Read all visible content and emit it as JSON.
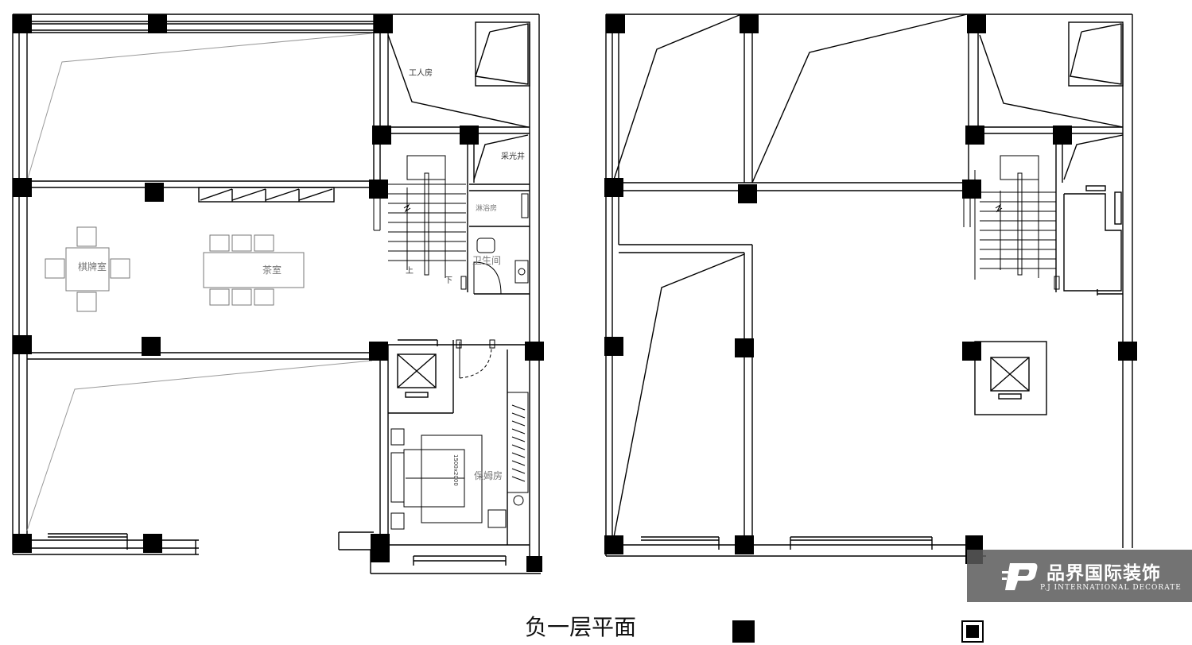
{
  "plan_title": "负一层平面",
  "rooms": {
    "workers_room": "工人房",
    "skylight_well": "采光井",
    "shower_room": "淋浴房",
    "bathroom": "卫生间",
    "chess_room": "棋牌室",
    "tea_room": "茶室",
    "nanny_room": "保姆房",
    "bed_size": "1500x2000"
  },
  "stairs": {
    "up": "上",
    "down": "下"
  },
  "watermark": {
    "brand_cn": "品界国际装饰",
    "brand_en": "P.J INTERNATIONAL DECORATE"
  },
  "colors": {
    "line": "#000000",
    "light_line": "#999999",
    "watermark_bg": "#5a5a5a"
  }
}
